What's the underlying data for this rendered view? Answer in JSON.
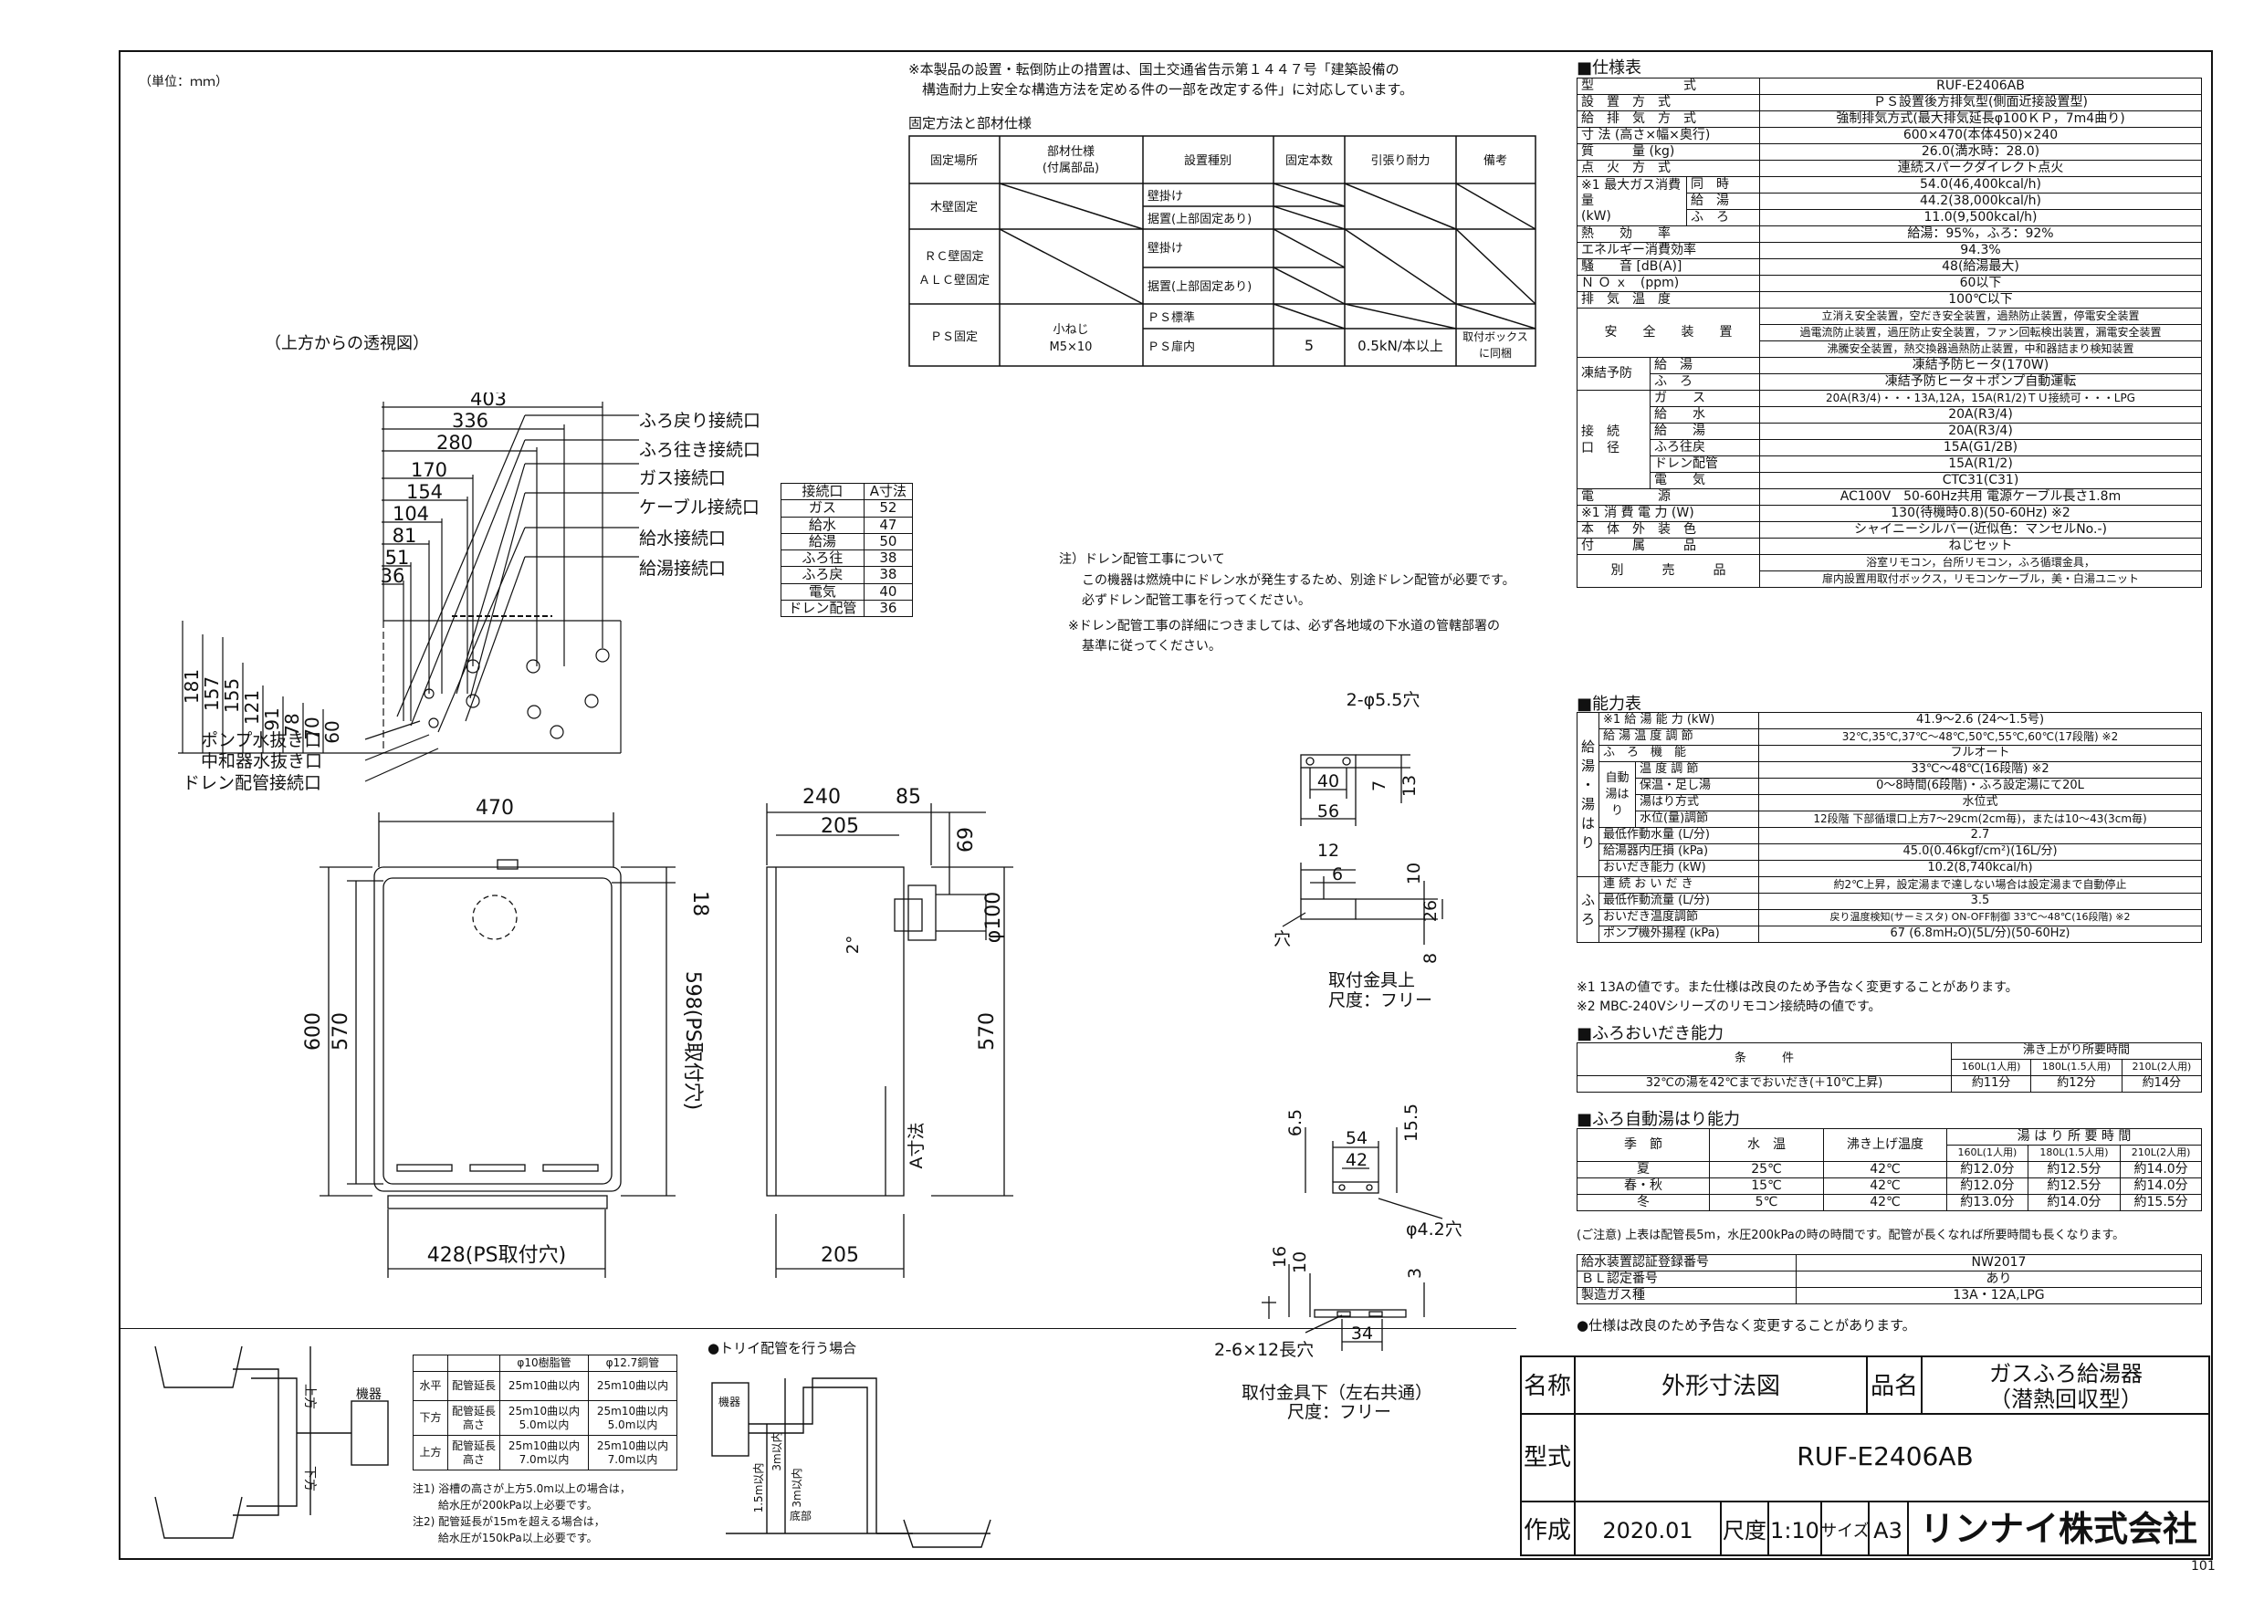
{
  "unit_label": "（単位：ｍｍ）",
  "page_number": "101",
  "ordinance_note": [
    "※本製品の設置・転倒防止の措置は、国土交通省告示第１４４７号「建築設備の",
    "構造耐力上安全な構造方法を定める件の一部を改定する件」に対応しています。"
  ],
  "fix_table": {
    "caption": "固定方法と部材仕様",
    "headers": [
      "固定場所",
      "部材仕様\n(付属部品)",
      "設置種別",
      "固定本数",
      "引張り耐力",
      "備考"
    ],
    "rows": [
      {
        "place": "木壁固定",
        "type1": "壁掛け",
        "type2": "据置(上部固定あり)"
      },
      {
        "place": "ＲＣ壁固定\nＡＬＣ壁固定",
        "type1": "壁掛け",
        "type2": "据置(上部固定あり)"
      },
      {
        "place": "ＰＳ固定",
        "parts": "小ねじ\nM5×10",
        "type1": "ＰＳ標準",
        "type2": "ＰＳ扉内",
        "count": "5",
        "strength": "0.5kN/本以上",
        "remark": "取付ボックス\nに同梱"
      }
    ]
  },
  "top_view": {
    "title": "（上方からの透視図）",
    "h_dims": [
      "403",
      "336",
      "280",
      "170",
      "154",
      "104",
      "81",
      "51",
      "36"
    ],
    "v_dims": [
      "181",
      "157",
      "155",
      "121",
      "91",
      "78",
      "70",
      "60"
    ],
    "callouts_right": [
      "ふろ戻り接続口",
      "ふろ往き接続口",
      "ガス接続口",
      "ケーブル接続口",
      "給水接続口",
      "給湯接続口"
    ],
    "callouts_left": [
      "ポンプ水抜き口",
      "中和器水抜き口",
      "ドレン配管接続口"
    ]
  },
  "a_table": {
    "headers": [
      "接続口",
      "A寸法"
    ],
    "rows": [
      [
        "ガス",
        "52"
      ],
      [
        "給水",
        "47"
      ],
      [
        "給湯",
        "50"
      ],
      [
        "ふろ往",
        "38"
      ],
      [
        "ふろ戻",
        "38"
      ],
      [
        "電気",
        "40"
      ],
      [
        "ドレン配管",
        "36"
      ]
    ]
  },
  "drain_note": [
    "注）ドレン配管工事について",
    "この機器は燃焼中にドレン水が発生するため、別途ドレン配管が必要です。",
    "必ずドレン配管工事を行ってください。",
    "※ドレン配管工事の詳細につきましては、必ず各地域の下水道の管轄部署の",
    "基準に従ってください。"
  ],
  "front_view": {
    "width": "470",
    "height": "600",
    "inner_h": "570",
    "ps_hole_v": "598(PS取付穴)",
    "ps_hole_h": "428(PS取付穴)",
    "top_off": "18"
  },
  "side_view": {
    "depth": "240",
    "inner": "205",
    "pipe": "85",
    "pipe_top": "69",
    "pipe_dia": "φ100",
    "angle": "2°",
    "height": "570",
    "a_label": "A寸法",
    "bottom": "205"
  },
  "bracket_top": {
    "hole": "2-φ5.5穴",
    "d40": "40",
    "d56": "56",
    "d7": "7",
    "d13": "13",
    "d12": "12",
    "d6": "6",
    "d10": "10",
    "d26": "26",
    "d8": "8",
    "hole_label": "穴",
    "caption": "取付金具上",
    "scale": "尺度：フリー"
  },
  "bracket_bottom": {
    "d54": "54",
    "d42": "42",
    "d65": "6.5",
    "d155": "15.5",
    "hole": "φ4.2穴",
    "d16": "16",
    "d10": "10",
    "d3": "3",
    "slot": "2-6×12長穴",
    "d34": "34",
    "caption": "取付金具下（左右共通）",
    "scale": "尺度：フリー"
  },
  "spec": {
    "title": "■仕様表",
    "rows": [
      [
        "型　　　　　　　式",
        "RUF-E2406AB"
      ],
      [
        "設　置　方　式",
        "ＰＳ設置後方排気型(側面近接設置型)"
      ],
      [
        "給　排　気　方　式",
        "強制排気方式(最大排気延長φ100ＫＰ，7m4曲り)"
      ],
      [
        "寸 法 (高さ×幅×奥行)",
        "600×470(本体450)×240"
      ],
      [
        "質　　　量 (kg)",
        "26.0(満水時：28.0)"
      ],
      [
        "点　火　方　式",
        "連続スパークダイレクト点火"
      ]
    ],
    "gas": {
      "label": "※1 最大ガス消費量\n(kW)",
      "items": [
        [
          "同　時",
          "54.0(46,400kcal/h)"
        ],
        [
          "給　湯",
          "44.2(38,000kcal/h)"
        ],
        [
          "ふ　ろ",
          "11.0(9,500kcal/h)"
        ]
      ]
    },
    "rows2": [
      [
        "熱　　効　　率",
        "給湯：95%，ふろ：92%"
      ],
      [
        "エネルギー消費効率",
        "94.3%"
      ],
      [
        "騒　　音 [dB(A)]",
        "48(給湯最大)"
      ],
      [
        "Ｎ Ｏ ｘ　(ppm)",
        "60以下"
      ],
      [
        "排　気　温　度",
        "100℃以下"
      ]
    ],
    "safety": {
      "label": "安　　全　　装　　置",
      "lines": [
        "立消え安全装置，空だき安全装置，過熱防止装置，停電安全装置",
        "過電流防止装置，過圧防止安全装置，ファン回転検出装置，漏電安全装置",
        "沸騰安全装置，熱交換器過熱防止装置，中和器詰まり検知装置"
      ]
    },
    "freeze": {
      "label": "凍結予防",
      "items": [
        [
          "給　湯",
          "凍結予防ヒータ(170W)"
        ],
        [
          "ふ　ろ",
          "凍結予防ヒータ＋ポンプ自動運転"
        ]
      ]
    },
    "conn": {
      "label": "接　続\n口　径",
      "items": [
        [
          "ガ　　ス",
          "20A(R3/4)・・・13A,12A，15A(R1/2)ＴＵ接続可・・・LPG"
        ],
        [
          "給　　水",
          "20A(R3/4)"
        ],
        [
          "給　　湯",
          "20A(R3/4)"
        ],
        [
          "ふろ往戻",
          "15A(G1/2B)"
        ],
        [
          "ドレン配管",
          "15A(R1/2)"
        ],
        [
          "電　　気",
          "CTC31(C31)"
        ]
      ]
    },
    "rows3": [
      [
        "電　　　　　源",
        "AC100V　50-60Hz共用 電源ケーブル長さ1.8m"
      ],
      [
        "※1 消 費 電 力 (W)",
        "130(待機時0.8)(50-60Hz) ※2"
      ],
      [
        "本　体　外　装　色",
        "シャイニーシルバー(近似色：マンセルNo.-)"
      ],
      [
        "付　　　属　　　品",
        "ねじセット"
      ]
    ],
    "extra": {
      "label": "別　　　売　　　品",
      "lines": [
        "浴室リモコン，台所リモコン，ふろ循環金具，",
        "扉内設置用取付ボックス，リモコンケーブル，美・白湯ユニット"
      ]
    }
  },
  "capacity": {
    "title": "■能力表",
    "rows": [
      [
        "",
        "※1 給 湯 能 力 (kW)",
        "41.9～2.6 (24～1.5号)"
      ],
      [
        "",
        "給 湯 温 度 調 節",
        "32℃,35℃,37℃～48℃,50℃,55℃,60℃(17段階) ※2"
      ],
      [
        "",
        "ふ　ろ　機　能",
        "フルオート"
      ],
      [
        "自動",
        "温 度 調 節",
        "33℃～48℃(16段階) ※2"
      ],
      [
        "湯はり",
        "保温・足し湯",
        "0～8時間(6段階)・ふろ設定湯にて20L"
      ],
      [
        "",
        "湯はり方式",
        "水位式"
      ],
      [
        "",
        "水位(量)調節",
        "12段階 下部循環口上方7～29cm(2cm毎)，または10～43(3cm毎)"
      ],
      [
        "",
        "最低作動水量 (L/分)",
        "2.7"
      ],
      [
        "",
        "給湯器内圧損 (kPa)",
        "45.0(0.46kgf/cm²)(16L/分)"
      ],
      [
        "",
        "おいだき能力 (kW)",
        "10.2(8,740kcal/h)"
      ],
      [
        "",
        "連 続 お い だ き",
        "約2℃上昇，設定湯まで達しない場合は設定湯まで自動停止"
      ],
      [
        "",
        "最低作動流量 (L/分)",
        "3.5"
      ],
      [
        "",
        "おいだき温度調節",
        "戻り温度検知(サーミスタ) ON-OFF制御 33℃～48℃(16段階) ※2"
      ],
      [
        "",
        "ポンプ機外揚程 (kPa)",
        "67 (6.8mH₂O)(5L/分)(50-60Hz)"
      ]
    ],
    "side_label": [
      "給",
      "湯",
      "・",
      "湯",
      "は",
      "り",
      "ふ",
      "ろ"
    ],
    "notes": [
      "※1 13Aの値です。また仕様は改良のため予告なく変更することがあります。",
      "※2 MBC-240Vシリーズのリモコン接続時の値です。"
    ]
  },
  "reheat": {
    "title": "■ふろおいだき能力",
    "headers": [
      "条　　　件",
      "沸き上がり所要時間"
    ],
    "sub": [
      "160L(1人用)",
      "180L(1.5人用)",
      "210L(2人用)"
    ],
    "row": [
      "32℃の湯を42℃までおいだき(＋10℃上昇)",
      "約11分",
      "約12分",
      "約14分"
    ]
  },
  "autofill": {
    "title": "■ふろ自動湯はり能力",
    "headers": [
      "季　節",
      "水　温",
      "沸き上げ温度",
      "湯 は り 所 要 時 間"
    ],
    "sub": [
      "160L(1人用)",
      "180L(1.5人用)",
      "210L(2人用)"
    ],
    "rows": [
      [
        "夏",
        "25℃",
        "42℃",
        "約12.0分",
        "約12.5分",
        "約14.0分"
      ],
      [
        "春・秋",
        "15℃",
        "42℃",
        "約12.0分",
        "約12.5分",
        "約14.0分"
      ],
      [
        "冬",
        "5℃",
        "42℃",
        "約13.0分",
        "約14.0分",
        "約15.5分"
      ]
    ],
    "note": "(ご注意) 上表は配管長5m，水圧200kPaの時の時間です。配管が長くなれば所要時間も長くなります。"
  },
  "cert": [
    [
      "給水装置認証登録番号",
      "NW2017"
    ],
    [
      "ＢＬ認定番号",
      "あり"
    ],
    [
      "製造ガス種",
      "13A・12A,LPG"
    ]
  ],
  "spec_note": "●仕様は改良のため予告なく変更することがあります。",
  "bath_note": {
    "headers": [
      "",
      "",
      "φ10樹脂管",
      "φ12.7銅管"
    ],
    "rows": [
      [
        "水平",
        "配管延長",
        "25m10曲以内",
        "25m10曲以内"
      ],
      [
        "下方",
        "配管延長\n高さ",
        "25m10曲以内\n5.0m以内",
        "25m10曲以内\n5.0m以内"
      ],
      [
        "上方",
        "配管延長\n高さ",
        "25m10曲以内\n7.0m以内",
        "25m10曲以内\n7.0m以内"
      ]
    ],
    "notes": [
      "注1) 浴槽の高さが上方5.0m以上の場合は，",
      "　　 給水圧が200kPa以上必要です。",
      "注2) 配管延長が15mを超える場合は，",
      "　　 給水圧が150kPa以上必要です。"
    ],
    "up": "上方",
    "down": "下方",
    "device": "機器",
    "trap_title": "●トリイ配管を行う場合",
    "trap_device": "機器",
    "trap_15": "1.5m以内",
    "trap_3a": "3m以内",
    "trap_3b": "3m以内",
    "trap_bottom": "底部"
  },
  "title_block": {
    "name_label": "名称",
    "name": "外形寸法図",
    "product_label": "品名",
    "product": [
      "ガスふろ給湯器",
      "（潜熱回収型）"
    ],
    "model_label": "型式",
    "model": "RUF-E2406AB",
    "made_label": "作成",
    "date": "2020.01",
    "scale_label": "尺度",
    "scale": "1:10",
    "size_label": "サイズ",
    "size": "A3",
    "company": "リンナイ株式会社"
  }
}
